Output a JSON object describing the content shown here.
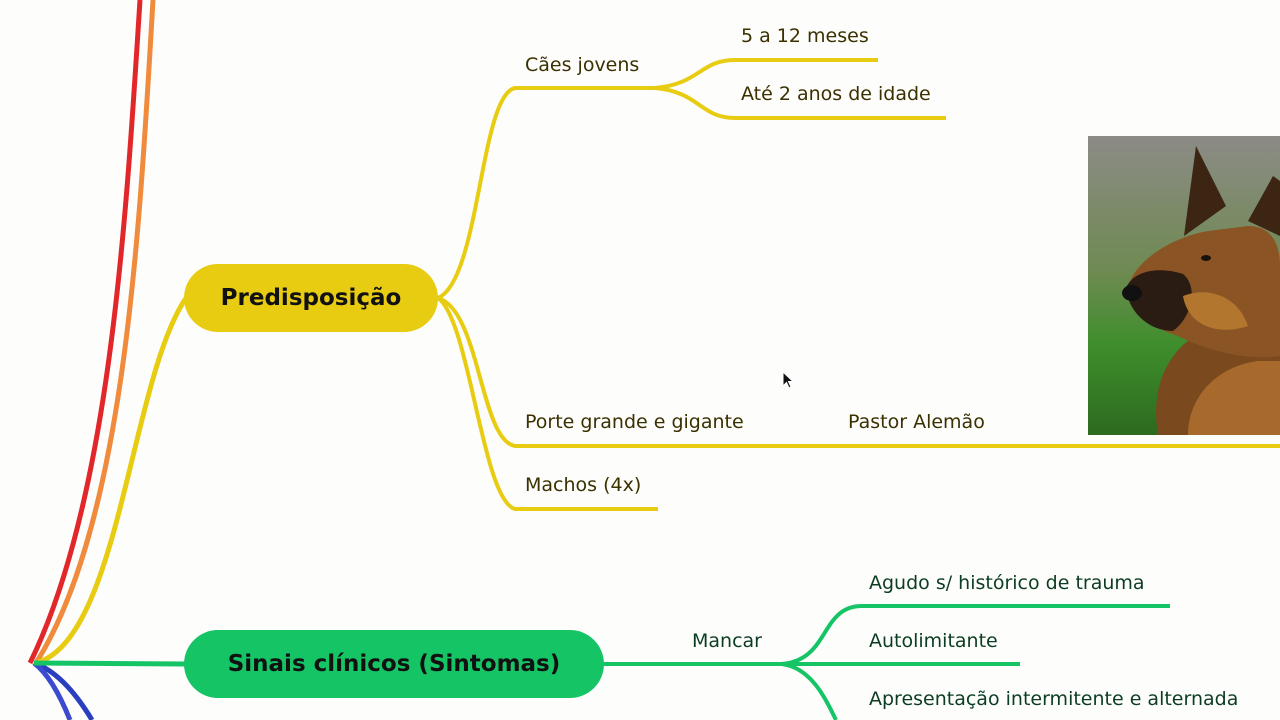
{
  "root_nodes": {
    "predisposicao": "Predisposição",
    "sinais": "Sinais clínicos (Sintomas)"
  },
  "branches": {
    "caes_jovens": "Cães jovens",
    "meses": "5 a 12 meses",
    "ate_2_anos": "Até 2 anos de idade",
    "porte": "Porte grande e gigante",
    "pastor": "Pastor Alemão",
    "machos": "Machos (4x)",
    "mancar": "Mancar",
    "agudo": "Agudo s/ histórico de trauma",
    "autolimitante": "Autolimitante",
    "apresentacao": "Apresentação intermitente e alternada"
  },
  "image": {
    "icon": "german-shepherd-dog-photo"
  },
  "colors": {
    "yellow": "#e8cc12",
    "green": "#14c465",
    "red": "#e2272b",
    "orange": "#f08a3c",
    "blue": "#2a3fc0"
  }
}
